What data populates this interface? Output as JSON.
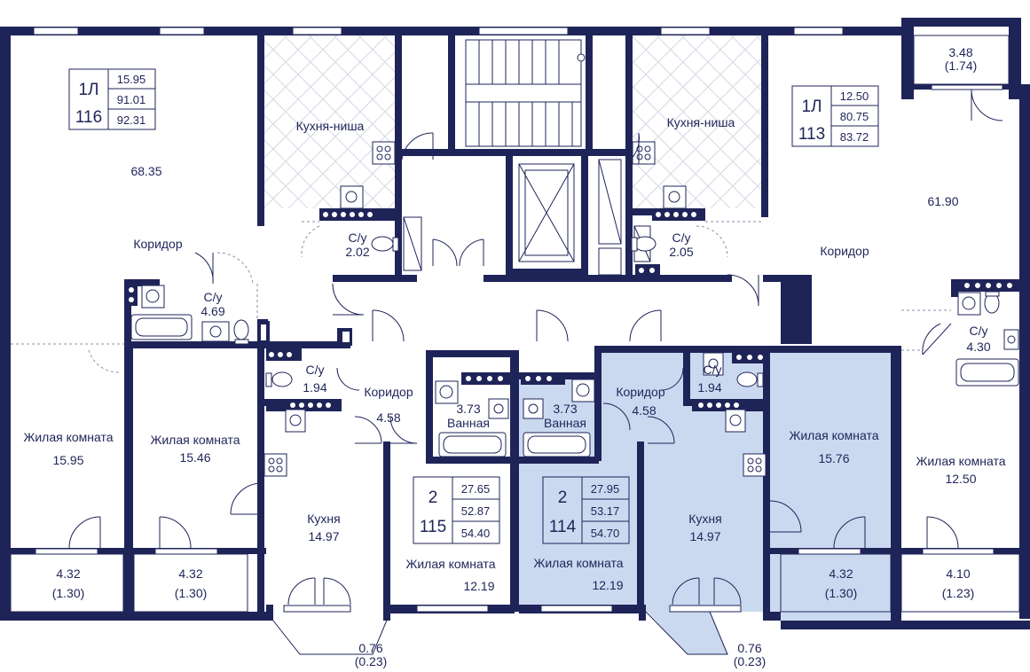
{
  "colors": {
    "wall": "#1f2458",
    "highlight": "#cbd9f0",
    "label": "#1f2458",
    "background": "#ffffff"
  },
  "apartments": [
    {
      "id": "116",
      "rooms": "1Л",
      "number": "116",
      "areas": [
        "15.95",
        "91.01",
        "92.31"
      ]
    },
    {
      "id": "113",
      "rooms": "1Л",
      "number": "113",
      "areas": [
        "12.50",
        "80.75",
        "83.72"
      ]
    },
    {
      "id": "115",
      "rooms": "2",
      "number": "115",
      "areas": [
        "27.65",
        "52.87",
        "54.40"
      ]
    },
    {
      "id": "114",
      "rooms": "2",
      "number": "114",
      "areas": [
        "27.95",
        "53.17",
        "54.70"
      ],
      "highlighted": true
    }
  ],
  "rooms": [
    {
      "key": "a116-main-area",
      "lines": [
        "68.35"
      ]
    },
    {
      "key": "a116-kitchen-niche",
      "lines": [
        "Кухня-ниша"
      ]
    },
    {
      "key": "a116-corridor",
      "lines": [
        "Коридор"
      ]
    },
    {
      "key": "a116-bath",
      "lines": [
        "С/у",
        "4.69"
      ]
    },
    {
      "key": "a116-wc",
      "lines": [
        "С/у",
        "2.02"
      ]
    },
    {
      "key": "a116-living",
      "lines": [
        "Жилая комната",
        "15.95"
      ]
    },
    {
      "key": "a116-balcony",
      "lines": [
        "4.32",
        "(1.30)"
      ]
    },
    {
      "key": "a115-living-a",
      "lines": [
        "Жилая комната",
        "15.46"
      ]
    },
    {
      "key": "a115-balcony",
      "lines": [
        "4.32",
        "(1.30)"
      ]
    },
    {
      "key": "a115-wc",
      "lines": [
        "С/у",
        "1.94"
      ]
    },
    {
      "key": "a115-corridor",
      "lines": [
        "Коридор",
        "4.58"
      ]
    },
    {
      "key": "a115-bathroom",
      "lines": [
        "3.73",
        "Ванная"
      ]
    },
    {
      "key": "a115-kitchen",
      "lines": [
        "Кухня",
        "14.97"
      ]
    },
    {
      "key": "a115-living-b",
      "lines": [
        "Жилая комната",
        "12.19"
      ]
    },
    {
      "key": "a115-bay",
      "lines": [
        "0.76",
        "(0.23)"
      ]
    },
    {
      "key": "a114-bathroom",
      "lines": [
        "3.73",
        "Ванная"
      ]
    },
    {
      "key": "a114-corridor",
      "lines": [
        "Коридор",
        "4.58"
      ]
    },
    {
      "key": "a114-wc",
      "lines": [
        "С/у",
        "1.94"
      ]
    },
    {
      "key": "a114-living-b",
      "lines": [
        "Жилая комната",
        "12.19"
      ]
    },
    {
      "key": "a114-kitchen",
      "lines": [
        "Кухня",
        "14.97"
      ]
    },
    {
      "key": "a114-living-a",
      "lines": [
        "Жилая комната",
        "15.76"
      ]
    },
    {
      "key": "a114-balcony",
      "lines": [
        "4.32",
        "(1.30)"
      ]
    },
    {
      "key": "a114-bay",
      "lines": [
        "0.76",
        "(0.23)"
      ]
    },
    {
      "key": "a113-kitchen-niche",
      "lines": [
        "Кухня-ниша"
      ]
    },
    {
      "key": "a113-wc",
      "lines": [
        "С/у",
        "2.05"
      ]
    },
    {
      "key": "a113-main-area",
      "lines": [
        "61.90"
      ]
    },
    {
      "key": "a113-corridor",
      "lines": [
        "Коридор"
      ]
    },
    {
      "key": "a113-bath",
      "lines": [
        "С/у",
        "4.30"
      ]
    },
    {
      "key": "a113-living",
      "lines": [
        "Жилая комната",
        "12.50"
      ]
    },
    {
      "key": "a113-balcony",
      "lines": [
        "4.10",
        "(1.23)"
      ]
    },
    {
      "key": "a113-loggia",
      "lines": [
        "3.48",
        "(1.74)"
      ]
    }
  ]
}
